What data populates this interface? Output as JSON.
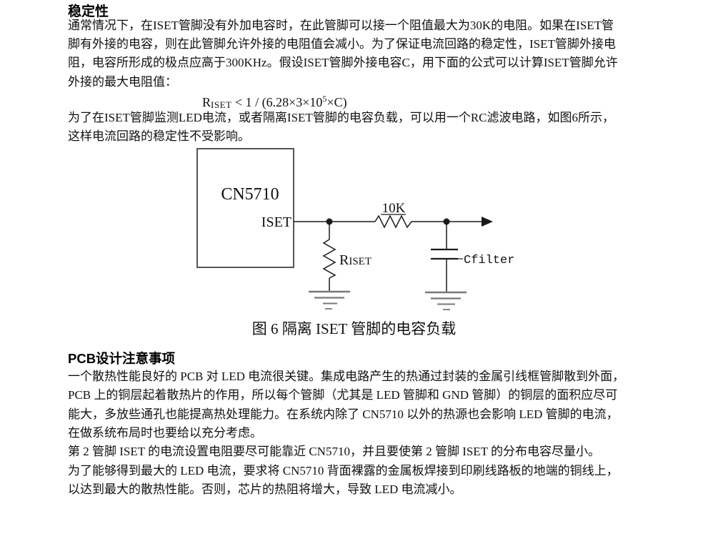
{
  "page": {
    "bg": "#ffffff",
    "ink_color": "#111111",
    "box_border_color": "#555555",
    "ground_line_color": "#787878"
  },
  "stability": {
    "heading": "稳定性",
    "para1_lines": [
      "通常情况下，在ISET管脚没有外加电容时，在此管脚可以接一个阻值最大为30K的电阻。如果在ISET管",
      "脚有外接的电容，则在此管脚允许外接的电阻值会减小。为了保证电流回路的稳定性，ISET管脚外接电",
      "阻，电容所形成的极点应高于300KHz。假设ISET管脚外接电容C，用下面的公式可以计算ISET管脚允许",
      "外接的最大电阻值："
    ],
    "formula": {
      "base": "R",
      "sub": "ISET",
      "mid": " < 1 / (6.28×3×10",
      "sup": "5",
      "end": "×C)"
    },
    "para2_lines": [
      "为了在ISET管脚监测LED电流，或者隔离ISET管脚的电容负载，可以用一个RC滤波电路，如图6所示，",
      "这样电流回路的稳定性不受影响。"
    ]
  },
  "figure": {
    "chip_label": "CN5710",
    "pin_label": "ISET",
    "series_resistor_label": "10K",
    "riset_base": "R",
    "riset_sub": "ISET",
    "capacitor_label": "Cfilter",
    "caption": "图 6 隔离 ISET 管脚的电容负载"
  },
  "pcb": {
    "heading": "PCB设计注意事项",
    "para1_lines": [
      "一个散热性能良好的 PCB 对 LED 电流很关键。集成电路产生的热通过封装的金属引线框管脚散到外面，",
      "PCB 上的铜层起着散热片的作用，所以每个管脚（尤其是 LED 管脚和 GND 管脚）的铜层的面积应尽可",
      "能大，多放些通孔也能提高热处理能力。在系统内除了 CN5710 以外的热源也会影响 LED 管脚的电流，",
      "在做系统布局时也要给以充分考虑。"
    ],
    "para2_lines": [
      "第 2 管脚 ISET 的电流设置电阻要尽可能靠近 CN5710，并且要使第 2 管脚 ISET 的分布电容尽量小。"
    ],
    "para3_lines": [
      "为了能够得到最大的 LED 电流，要求将 CN5710 背面裸露的金属板焊接到印刷线路板的地端的铜线上，",
      "以达到最大的散热性能。否则，芯片的热阻将增大，导致 LED 电流减小。"
    ]
  }
}
